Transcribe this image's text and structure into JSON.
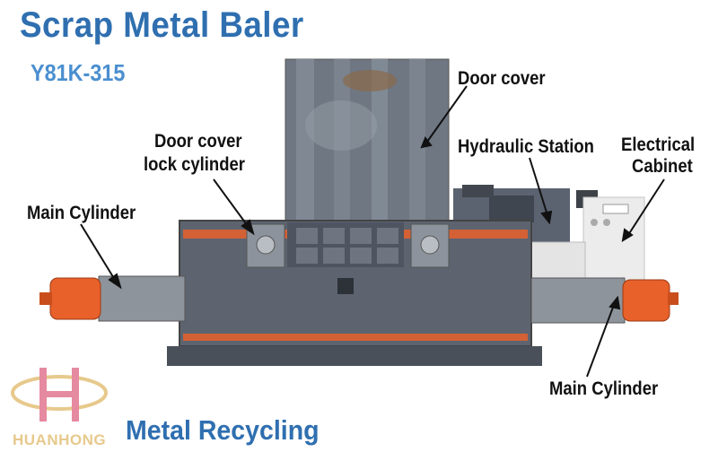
{
  "header": {
    "title": "Scrap Metal Baler",
    "model": "Y81K-315"
  },
  "labels": {
    "door_cover": "Door cover",
    "door_lock_line1": "Door cover",
    "door_lock_line2": "lock cylinder",
    "hydraulic_station": "Hydraulic Station",
    "electrical_line1": "Electrical",
    "electrical_line2": "Cabinet",
    "main_cylinder_left": "Main Cylinder",
    "main_cylinder_right": "Main Cylinder"
  },
  "footer": {
    "tagline": "Metal Recycling",
    "logo_letter": "H",
    "logo_text": "HUANHONG"
  },
  "colors": {
    "title_blue": "#2f6fb0",
    "machine_gray": "#5d6470",
    "cylinder_orange": "#e8602a",
    "cylinder_gray": "#8e949c",
    "logo_pink": "#e58aa0",
    "logo_gold": "#e7c98c"
  }
}
